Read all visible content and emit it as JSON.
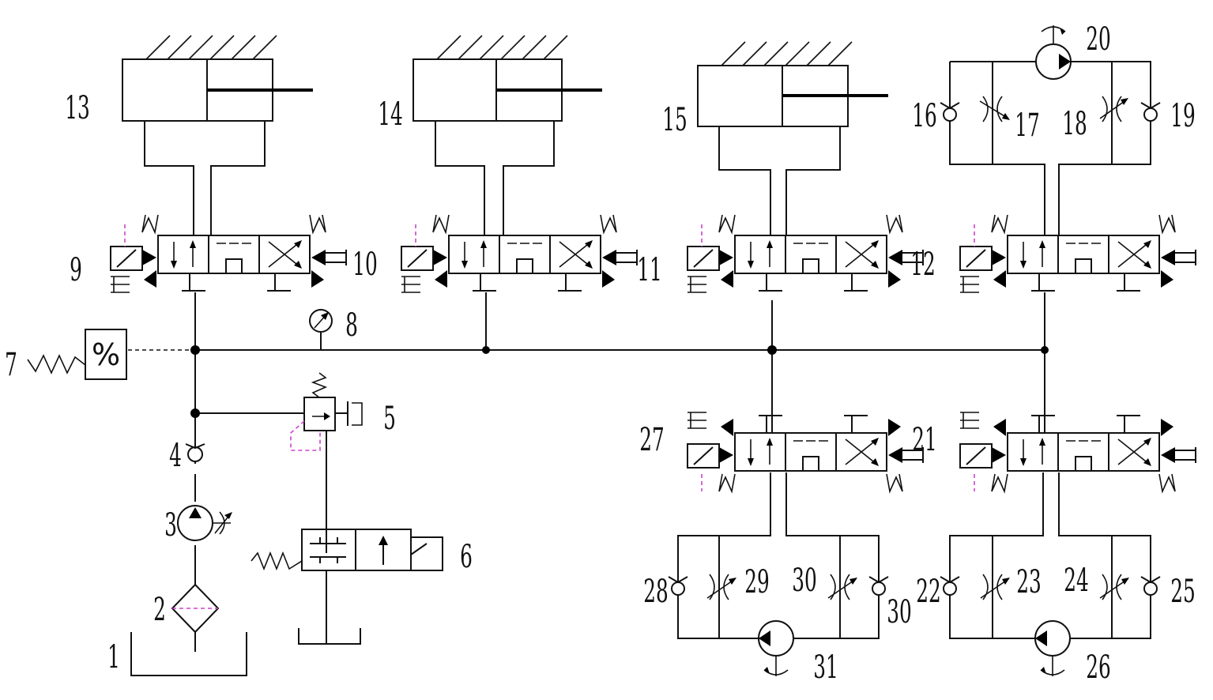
{
  "diagram": {
    "labels": {
      "l1": "1",
      "l2": "2",
      "l3": "3",
      "l4": "4",
      "l5": "5",
      "l6": "6",
      "l7": "7",
      "l8": "8",
      "l9": "9",
      "l10": "10",
      "l11": "11",
      "l12": "12",
      "l13": "13",
      "l14": "14",
      "l15": "15",
      "l16": "16",
      "l17": "17",
      "l18": "18",
      "l19": "19",
      "l20": "20",
      "l21": "21",
      "l22": "22",
      "l23": "23",
      "l24": "24",
      "l25": "25",
      "l26": "26",
      "l27": "27",
      "l28": "28",
      "l29": "29",
      "l30a": "30",
      "l30b": "30",
      "l31": "31"
    },
    "pressure_relay_symbol": "%",
    "colors": {
      "line": "#111111",
      "pilot_dash": "#cc44cc",
      "filter_dash": "#cc44cc"
    },
    "icons": [
      "cylinder-icon",
      "valve-4-3-icon",
      "pump-icon",
      "motor-icon",
      "check-valve-icon",
      "throttle-valve-icon",
      "filter-icon",
      "gauge-icon",
      "relief-valve-icon",
      "solenoid-valve-icon",
      "tank-icon"
    ]
  }
}
